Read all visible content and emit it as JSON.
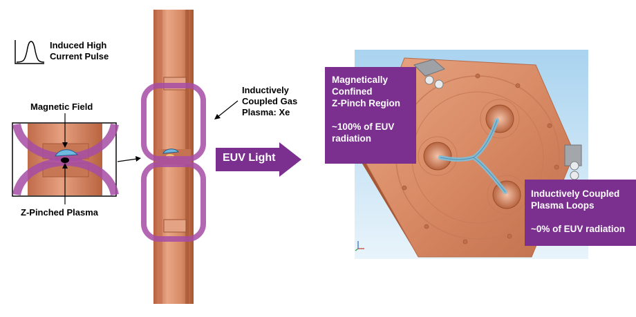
{
  "labels": {
    "pulse_line1": "Induced High",
    "pulse_line2": "Current Pulse",
    "magnetic_field": "Magnetic Field",
    "z_pinched_plasma": "Z-Pinched Plasma",
    "icp_line1": "Inductively",
    "icp_line2": "Coupled Gas",
    "icp_line3": "Plasma: Xe",
    "euv_light": "EUV Light"
  },
  "callouts": {
    "z_pinch": {
      "line1": "Magnetically",
      "line2": "Confined",
      "line3": "Z-Pinch Region",
      "line4": "~100% of EUV",
      "line5": "radiation"
    },
    "loops": {
      "line1": "Inductively Coupled",
      "line2": "Plasma Loops",
      "line3": "~0% of EUV radiation"
    }
  },
  "colors": {
    "copper": "#d98a68",
    "copper_dark": "#b8613f",
    "purple_loop": "#a64ca6",
    "callout_purple": "#7b2f8f",
    "render_bg": "#b8d8ee"
  },
  "icons": {
    "pulse": "pulse-waveform-icon",
    "axis": "axis-triad-icon"
  }
}
